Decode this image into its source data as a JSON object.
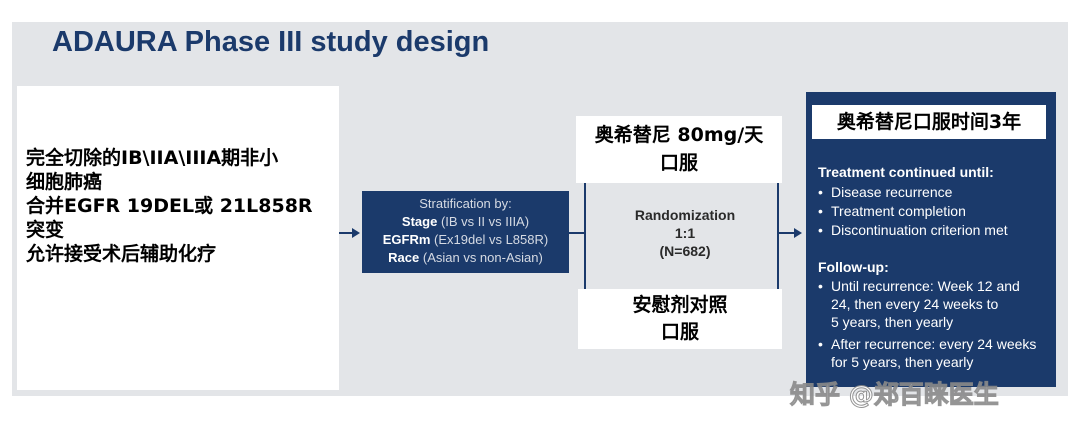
{
  "title": "ADAURA Phase III study design",
  "population": {
    "lines": [
      "完全切除的IB\\IIA\\IIIA期非小",
      "细胞肺癌",
      "合并EGFR 19DEL或 21L858R",
      "突变",
      "允许接受术后辅助化疗"
    ]
  },
  "stratification": {
    "heading": "Stratification by:",
    "rows": [
      {
        "label": "Stage",
        "detail": " (IB vs II vs IIIA)"
      },
      {
        "label": "EGFRm",
        "detail": " (Ex19del vs L858R)"
      },
      {
        "label": "Race",
        "detail": " (Asian vs non-Asian)"
      }
    ]
  },
  "randomization": {
    "label": "Randomization",
    "ratio": "1:1",
    "n": "(N=682)"
  },
  "arms": {
    "drug_line1": "奥希替尼 80mg/天",
    "drug_line2": "口服",
    "placebo_line1": "安慰剂对照",
    "placebo_line2": "口服"
  },
  "treatment_panel": {
    "header": "奥希替尼口服时间3年",
    "continued_heading": "Treatment continued until:",
    "continued_items": [
      "Disease recurrence",
      "Treatment completion",
      "Discontinuation criterion met"
    ],
    "followup_heading": "Follow-up:",
    "followup_item1": [
      "Until recurrence: Week 12 and",
      "24, then every 24 weeks to",
      "5 years, then yearly"
    ],
    "followup_item2": [
      "After recurrence: every 24 weeks",
      "for 5 years, then yearly"
    ]
  },
  "watermark": "知乎 @郑百睐医生",
  "colors": {
    "navy": "#1b3a6b",
    "slide_bg": "#e3e5e8"
  }
}
